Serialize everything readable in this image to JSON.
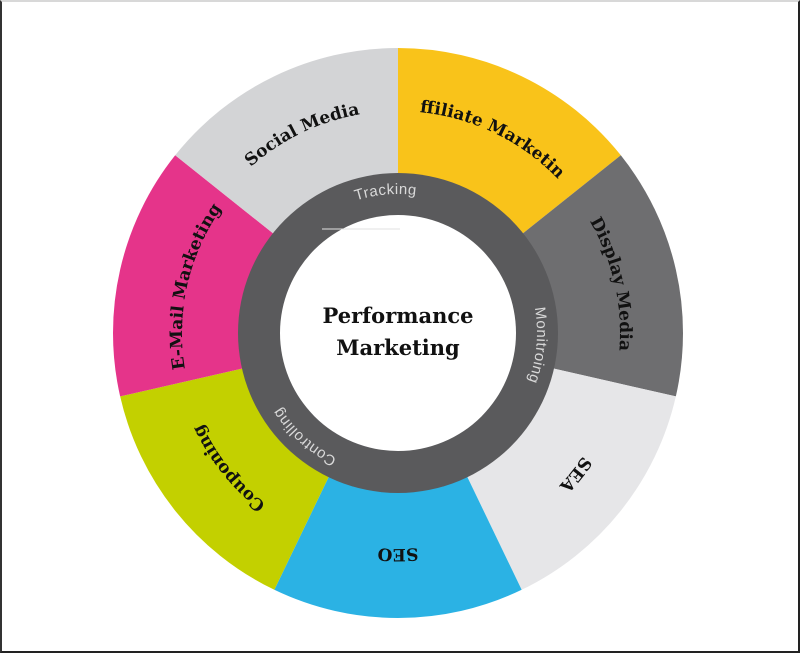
{
  "diagram": {
    "title_lines": [
      "Performance",
      "Marketing"
    ],
    "segments": [
      {
        "label": "Affiliate Marketing",
        "color": "#F9C31A",
        "text_flip": false
      },
      {
        "label": "Display Media",
        "color": "#6E6E70",
        "text_flip": false
      },
      {
        "label": "SEA",
        "color": "#E6E6E8",
        "text_flip": false
      },
      {
        "label": "SEO",
        "color": "#2BB2E4",
        "text_flip": true
      },
      {
        "label": "Couponing",
        "color": "#C3D000",
        "text_flip": true
      },
      {
        "label": "E-Mail Marketing",
        "color": "#E5348A",
        "text_flip": true
      },
      {
        "label": "Social Media",
        "color": "#D3D4D6",
        "text_flip": false
      }
    ],
    "ring": {
      "color": "#5A5A5C",
      "labels": [
        {
          "label": "Tracking"
        },
        {
          "label": "Monitroing"
        },
        {
          "label": "Controlling"
        }
      ]
    },
    "center_color": "#FFFFFF"
  }
}
